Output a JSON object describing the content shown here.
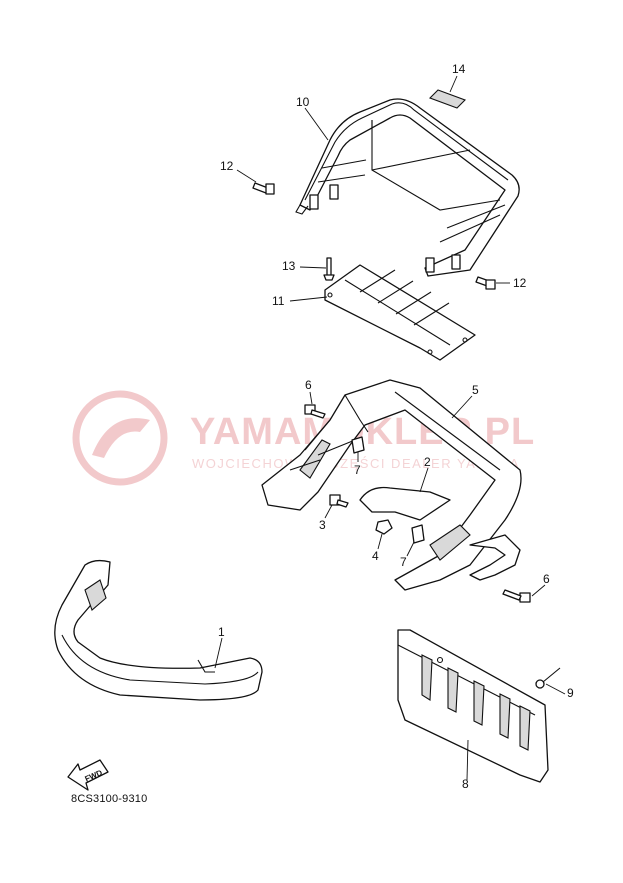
{
  "watermark": {
    "title": "YAMAMOKLER.PL",
    "subtitle": "WOJCIECHOWSKI CZĘŚCI DEALER YAMAHA"
  },
  "fwd_label": "FWD",
  "part_code": "8CS3100-9310",
  "callouts": {
    "c1": "1",
    "c2": "2",
    "c3": "3",
    "c4": "4",
    "c5": "5",
    "c6a": "6",
    "c6b": "6",
    "c7a": "7",
    "c7b": "7",
    "c8": "8",
    "c9": "9",
    "c10": "10",
    "c11": "11",
    "c12a": "12",
    "c12b": "12",
    "c13": "13",
    "c14": "14"
  },
  "colors": {
    "line": "#111111",
    "watermark": "#f2c9cb",
    "shade": "#d9d9d9"
  }
}
